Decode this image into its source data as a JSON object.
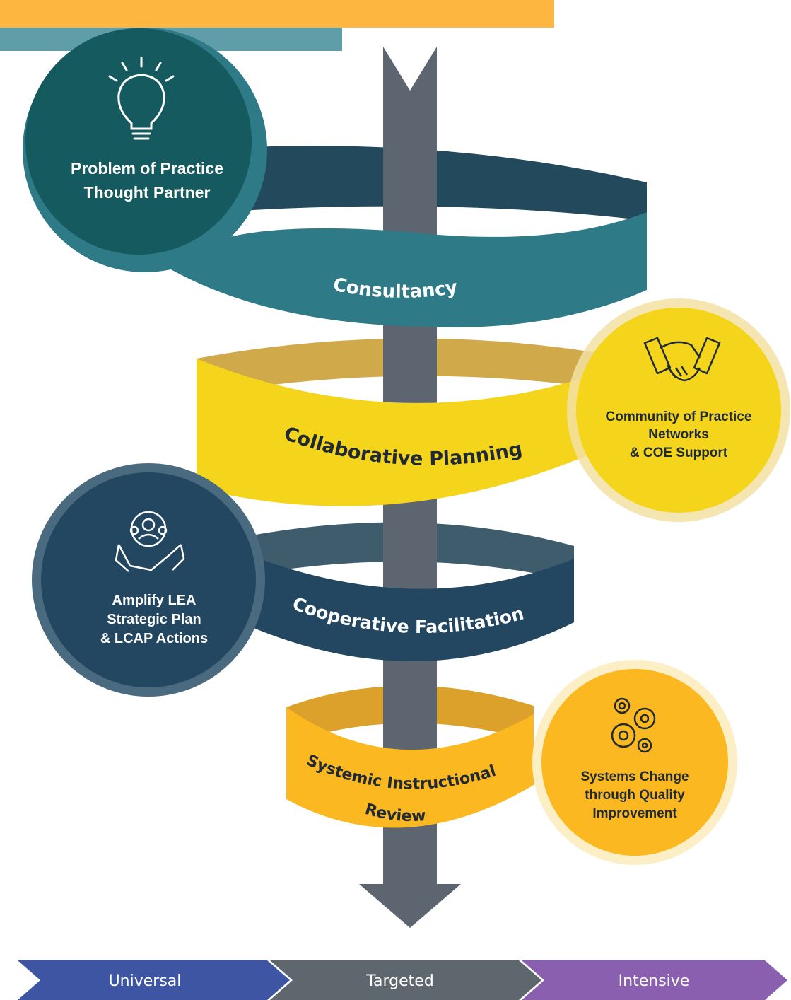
{
  "colors": {
    "orange": "#fdb740",
    "teal": "#5f9ea8",
    "dark_teal": "#155a5e",
    "consultancy_band": "#2f7a87",
    "consultancy_back": "#22495c",
    "yellow_band": "#f5d41c",
    "yellow_back": "#cfa94a",
    "navy_band": "#234661",
    "navy_back": "#3f5c6c",
    "gold_band": "#fbb820",
    "gold_back": "#dca12a",
    "arrow": "#5d6670",
    "universal": "#3d55a3",
    "targeted": "#5e666e",
    "intensive": "#8a5fb0"
  },
  "bands": {
    "consultancy": "Consultancy",
    "collaborative_planning": "Collaborative Planning",
    "cooperative_facilitation": "Cooperative Facilitation",
    "systemic_line1": "Systemic Instructional",
    "systemic_line2": "Review"
  },
  "circles": {
    "problem": {
      "line1": "Problem of Practice",
      "line2": "Thought Partner",
      "icon": "lightbulb-icon"
    },
    "community": {
      "line1": "Community of Practice",
      "line2": "Networks",
      "line3": "& COE Support",
      "icon": "handshake-icon"
    },
    "amplify": {
      "line1": "Amplify LEA",
      "line2": "Strategic Plan",
      "line3": "& LCAP Actions",
      "icon": "team-handshake-gear-icon"
    },
    "systems": {
      "line1": "Systems Change",
      "line2": "through Quality",
      "line3": "Improvement",
      "icon": "gears-icon"
    }
  },
  "tiers": {
    "universal": "Universal",
    "targeted": "Targeted",
    "intensive": "Intensive"
  }
}
